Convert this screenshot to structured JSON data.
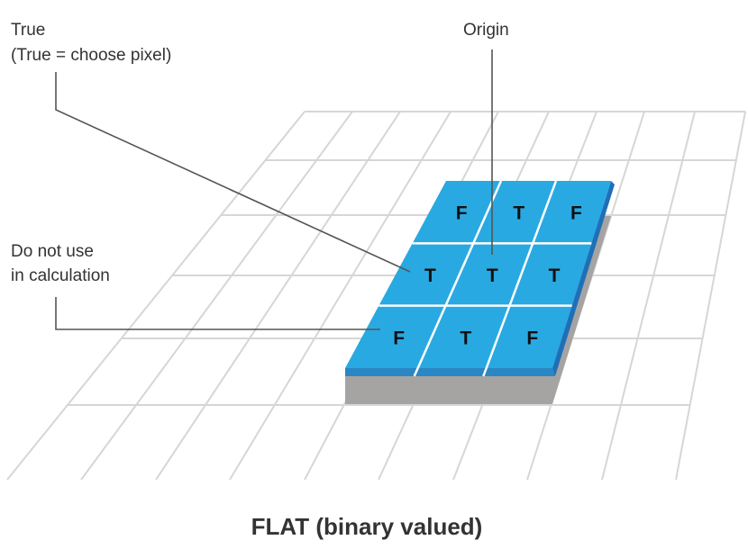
{
  "labels": {
    "true_label": "True",
    "true_sub": "(True = choose pixel)",
    "origin": "Origin",
    "do_not_use_1": "Do not use",
    "do_not_use_2": "in calculation"
  },
  "title": "FLAT (binary valued)",
  "cells": [
    [
      "F",
      "T",
      "F"
    ],
    [
      "T",
      "T",
      "T"
    ],
    [
      "F",
      "T",
      "F"
    ]
  ],
  "colors": {
    "tile": "#29a9e1",
    "tile_front": "#2a86c5",
    "tile_side": "#1f6fb8",
    "shadow": "#a5a4a2",
    "grid": "#d6d6d6"
  }
}
